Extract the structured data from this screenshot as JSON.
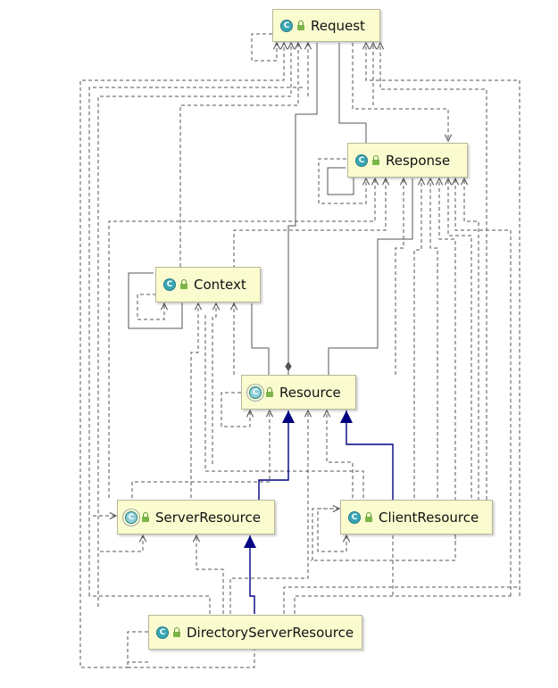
{
  "diagram": {
    "classes": {
      "request": {
        "name": "Request",
        "icon": "class-icon",
        "icon_letter": "C"
      },
      "response": {
        "name": "Response",
        "icon": "class-icon",
        "icon_letter": "C"
      },
      "context": {
        "name": "Context",
        "icon": "class-icon",
        "icon_letter": "C"
      },
      "resource": {
        "name": "Resource",
        "icon": "abstract-class-icon",
        "icon_letter": "C"
      },
      "server_resource": {
        "name": "ServerResource",
        "icon": "abstract-class-icon",
        "icon_letter": "C"
      },
      "client_resource": {
        "name": "ClientResource",
        "icon": "class-icon",
        "icon_letter": "C"
      },
      "directory_server_resource": {
        "name": "DirectoryServerResource",
        "icon": "class-icon",
        "icon_letter": "C"
      }
    },
    "relationships": [
      {
        "kind": "dependency",
        "from": "Request",
        "to": "Request"
      },
      {
        "kind": "dependency",
        "from": "Request",
        "to": "Response"
      },
      {
        "kind": "composition",
        "from": "Request",
        "to": "Response"
      },
      {
        "kind": "dependency",
        "from": "Response",
        "to": "Response"
      },
      {
        "kind": "composition",
        "from": "Response",
        "to": "Response"
      },
      {
        "kind": "dependency",
        "from": "Context",
        "to": "Context"
      },
      {
        "kind": "composition",
        "from": "Context",
        "to": "Context"
      },
      {
        "kind": "dependency",
        "from": "Context",
        "to": "Request"
      },
      {
        "kind": "composition",
        "from": "Resource",
        "to": "Request"
      },
      {
        "kind": "composition",
        "from": "Resource",
        "to": "Response"
      },
      {
        "kind": "composition",
        "from": "Resource",
        "to": "Context"
      },
      {
        "kind": "dependency",
        "from": "Resource",
        "to": "Resource"
      },
      {
        "kind": "inheritance",
        "from": "ServerResource",
        "to": "Resource"
      },
      {
        "kind": "inheritance",
        "from": "ClientResource",
        "to": "Resource"
      },
      {
        "kind": "inheritance",
        "from": "DirectoryServerResource",
        "to": "ServerResource"
      },
      {
        "kind": "dependency",
        "from": "ServerResource",
        "to": "ServerResource"
      },
      {
        "kind": "dependency",
        "from": "ClientResource",
        "to": "ClientResource"
      },
      {
        "kind": "dependency",
        "from": "DirectoryServerResource",
        "to": "DirectoryServerResource"
      }
    ],
    "colors": {
      "node_fill": "#fbfbd0",
      "node_border": "#b7b79a",
      "dependency": "#555555",
      "inheritance": "#000080"
    }
  }
}
